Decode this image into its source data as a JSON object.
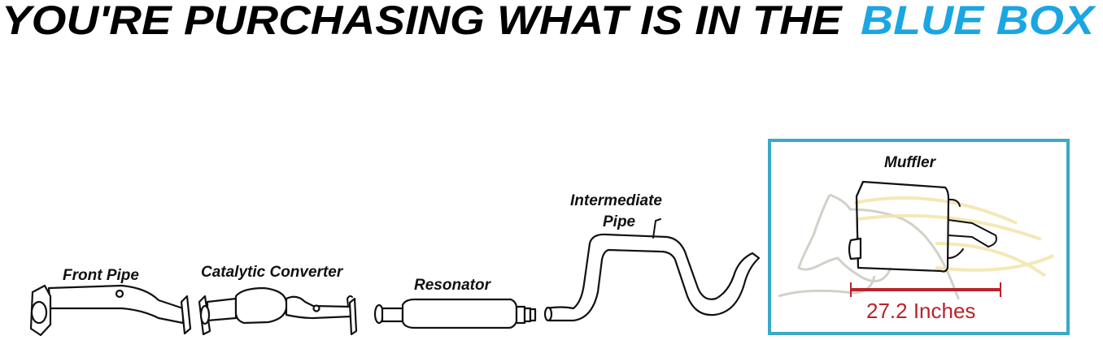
{
  "title": {
    "prefix": "YOU'RE PURCHASING WHAT IS IN THE ",
    "highlight": "BLUE BOX",
    "highlight_color": "#1ba6e3",
    "text_color": "#000000"
  },
  "parts": [
    {
      "label": "Front Pipe"
    },
    {
      "label": "Catalytic Converter"
    },
    {
      "label": "Resonator"
    },
    {
      "label": "Intermediate",
      "label_line2": "Pipe"
    },
    {
      "label": "Muffler"
    }
  ],
  "blue_box": {
    "border_color": "#3aa9c7",
    "measurement": "27.2 Inches",
    "measurement_color": "#b8232b"
  }
}
